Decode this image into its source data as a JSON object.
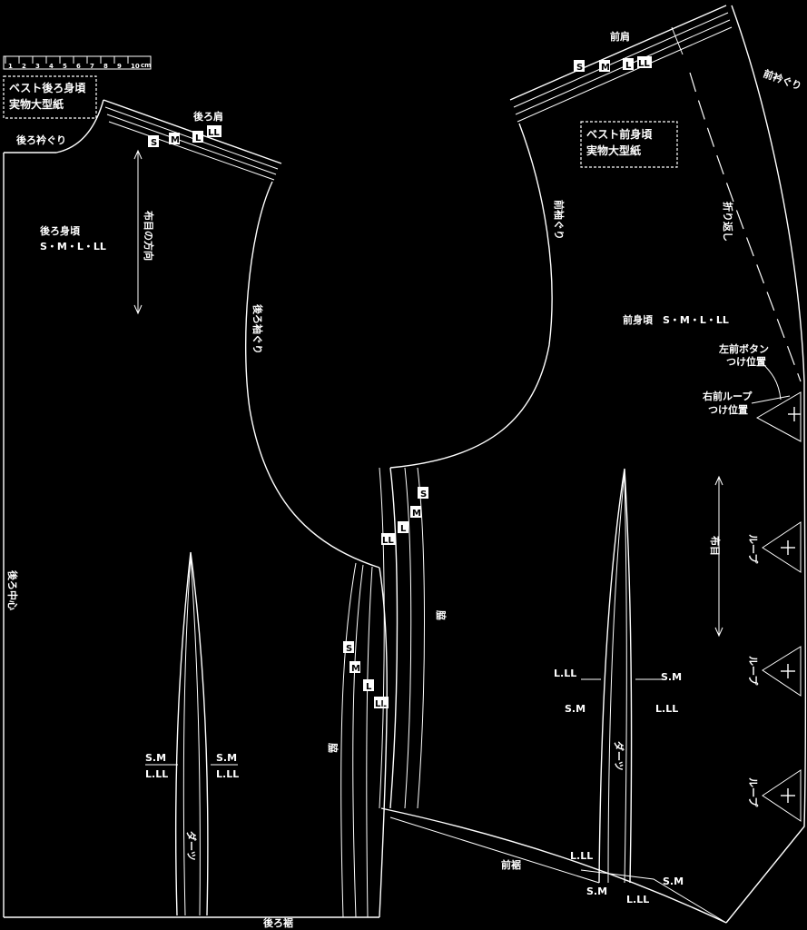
{
  "scale": {
    "ticks": [
      "1",
      "2",
      "3",
      "4",
      "5",
      "6",
      "7",
      "8",
      "9",
      "10"
    ],
    "unit": "cm"
  },
  "back": {
    "title_line1": "ベスト後ろ身頃",
    "title_line2": "実物大型紙",
    "armhole_top": "後ろ衿ぐり",
    "shoulder": "後ろ肩",
    "piece_name": "後ろ身頃",
    "sizes": "S・M・L・LL",
    "grain": "布目の方向",
    "armhole": "後ろ袖ぐり",
    "center": "後ろ中心",
    "side": "脇",
    "hem": "後ろ裾",
    "dart": "ダーツ",
    "size_tags": [
      "S",
      "M",
      "L",
      "LL"
    ],
    "dart_sm": "S.M",
    "dart_lll": "L.LL"
  },
  "front": {
    "title_line1": "ベスト前身頃",
    "title_line2": "実物大型紙",
    "shoulder": "前肩",
    "neckline": "前衿ぐり",
    "armhole": "前袖ぐり",
    "fold": "折り返し",
    "piece_name": "前身頃　S・M・L・LL",
    "button_label_1": "左前ボタン",
    "button_label_2": "つけ位置",
    "loop_label_1": "右前ループ",
    "loop_label_2": "つけ位置",
    "grain": "布目",
    "loop": "ループ",
    "side": "脇",
    "hem": "前裾",
    "dart": "ダーツ",
    "size_tags": [
      "S",
      "M",
      "L",
      "LL"
    ],
    "shoulder_tags": [
      "S",
      "M",
      "L",
      "LL"
    ],
    "dart_lll": "L.LL",
    "dart_sm": "S.M"
  }
}
